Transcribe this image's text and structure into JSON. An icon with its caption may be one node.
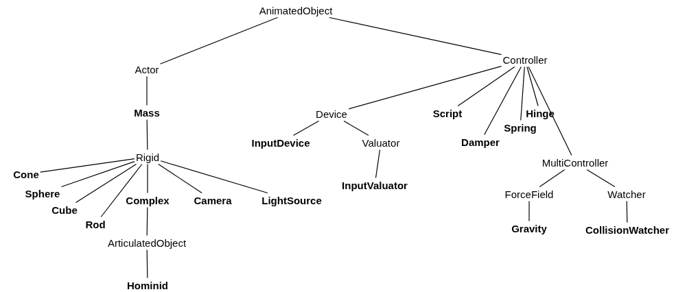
{
  "diagram": {
    "nodes": [
      {
        "text": [
          "AnimatedObject"
        ]
      },
      {
        "text": [
          "Actor"
        ]
      },
      {
        "text": [
          "Controller"
        ]
      },
      {
        "text": [
          "Mass"
        ]
      },
      {
        "text": [
          "Script"
        ]
      },
      {
        "text": [
          "Hinge"
        ]
      },
      {
        "text": [
          "Device"
        ]
      },
      {
        "text": [
          "Spring"
        ]
      },
      {
        "text": [
          "Damper"
        ]
      },
      {
        "text": [
          "InputDevice"
        ]
      },
      {
        "text": [
          "Valuator"
        ]
      },
      {
        "text": [
          "Rigid"
        ]
      },
      {
        "text": [
          "MultiController"
        ]
      },
      {
        "text": [
          "Cone"
        ]
      },
      {
        "text": [
          "InputValuator"
        ]
      },
      {
        "text": [
          "Sphere"
        ]
      },
      {
        "text": [
          "ForceField"
        ]
      },
      {
        "text": [
          "Watcher"
        ]
      },
      {
        "text": [
          "Complex"
        ]
      },
      {
        "text": [
          "Camera"
        ]
      },
      {
        "text": [
          "LightSource"
        ]
      },
      {
        "text": [
          "Cube"
        ]
      },
      {
        "text": [
          "Rod"
        ]
      },
      {
        "text": [
          "Gravity"
        ]
      },
      {
        "text": [
          "CollisionWatcher"
        ]
      },
      {
        "text": [
          "ArticulatedObject"
        ]
      },
      {
        "text": [
          "Hominid"
        ]
      }
    ],
    "edges": [
      {
        "from": 0,
        "to": 1,
        "arrow": "none"
      },
      {
        "from": 0,
        "to": 2,
        "arrow": "none"
      },
      {
        "from": 1,
        "to": 3,
        "arrow": "none"
      },
      {
        "from": 3,
        "to": 11,
        "arrow": "none"
      },
      {
        "from": 2,
        "to": 6,
        "arrow": "none"
      },
      {
        "from": 2,
        "to": 4,
        "arrow": "none"
      },
      {
        "from": 2,
        "to": 8,
        "arrow": "none"
      },
      {
        "from": 2,
        "to": 7,
        "arrow": "none"
      },
      {
        "from": 2,
        "to": 5,
        "arrow": "none"
      },
      {
        "from": 2,
        "to": 12,
        "arrow": "none"
      },
      {
        "from": 6,
        "to": 9,
        "arrow": "none"
      },
      {
        "from": 6,
        "to": 10,
        "arrow": "none"
      },
      {
        "from": 10,
        "to": 14,
        "arrow": "none"
      },
      {
        "from": 11,
        "to": 13,
        "arrow": "none"
      },
      {
        "from": 11,
        "to": 15,
        "arrow": "none"
      },
      {
        "from": 11,
        "to": 21,
        "arrow": "none"
      },
      {
        "from": 11,
        "to": 22,
        "arrow": "none"
      },
      {
        "from": 11,
        "to": 18,
        "arrow": "none"
      },
      {
        "from": 11,
        "to": 19,
        "arrow": "none"
      },
      {
        "from": 11,
        "to": 20,
        "arrow": "none"
      },
      {
        "from": 18,
        "to": 25,
        "arrow": "none"
      },
      {
        "from": 25,
        "to": 26,
        "arrow": "none"
      },
      {
        "from": 12,
        "to": 16,
        "arrow": "none"
      },
      {
        "from": 12,
        "to": 17,
        "arrow": "none"
      },
      {
        "from": 16,
        "to": 23,
        "arrow": "none"
      },
      {
        "from": 17,
        "to": 24,
        "arrow": "none"
      }
    ]
  }
}
